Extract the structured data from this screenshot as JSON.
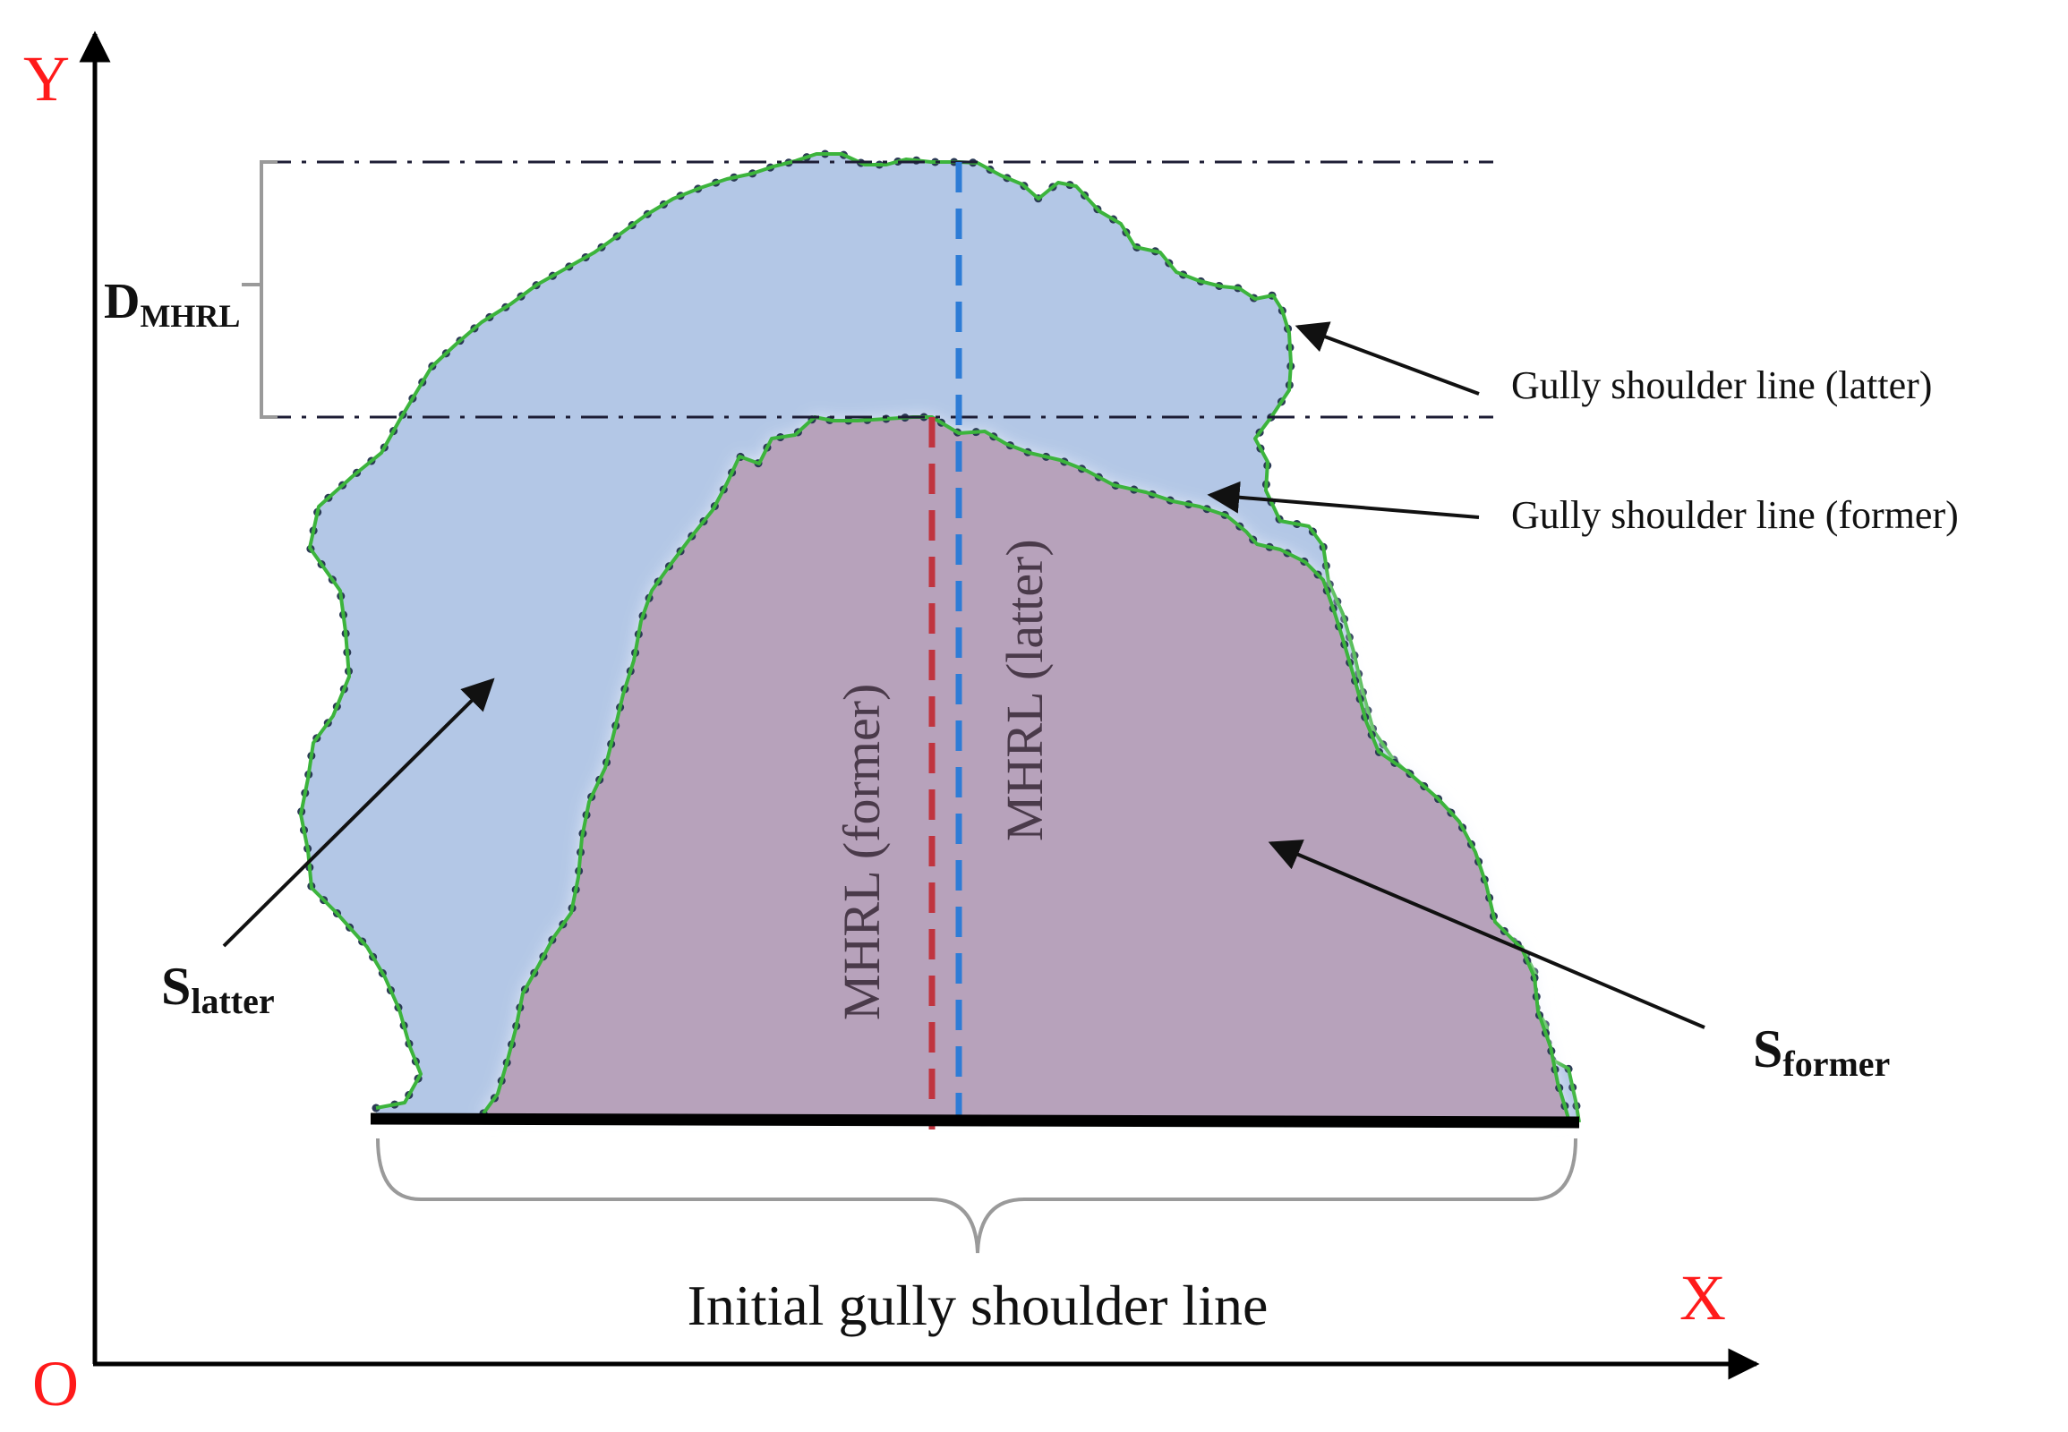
{
  "axes": {
    "x_label": "X",
    "y_label": "Y",
    "origin_label": "O"
  },
  "labels": {
    "d_mhrl": {
      "main": "D",
      "sub": "MHRL"
    },
    "gully_latter": "Gully  shoulder  line  (latter)",
    "gully_former": "Gully  shoulder  line  (former)",
    "mhrl_former": "MHRL (former)",
    "mhrl_latter": "MHRL (latter)",
    "s_latter": {
      "main": "S",
      "sub": "latter"
    },
    "s_former": {
      "main": "S",
      "sub": "former"
    },
    "initial_line": "Initial gully shoulder line"
  },
  "colors": {
    "latter_fill": "#b3c7e6",
    "former_fill": "#b7a2bb",
    "boundary_green": "#3cb43c",
    "boundary_dots": "#2b3a55",
    "mhrl_former_line": "#c0343f",
    "mhrl_latter_line": "#2e7cd6",
    "axis_letters": "#ff1a1a",
    "axis": "#000000"
  }
}
